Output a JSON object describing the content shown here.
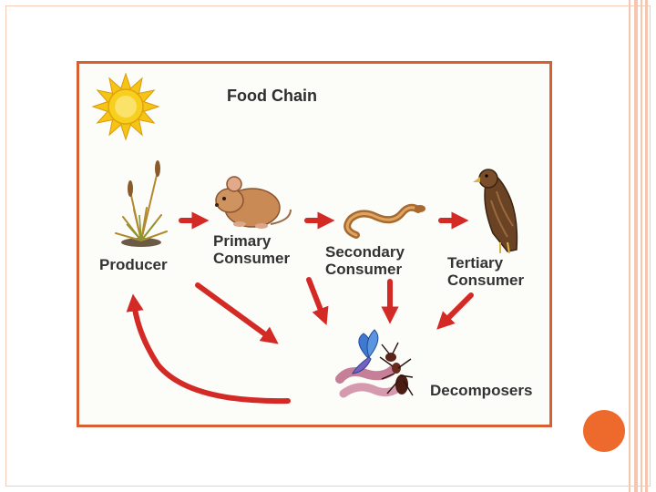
{
  "diagram": {
    "title": "Food Chain",
    "nodes": {
      "producer": {
        "label_lines": [
          "Producer"
        ]
      },
      "primary": {
        "label_lines": [
          "Primary",
          "Consumer"
        ]
      },
      "secondary": {
        "label_lines": [
          "Secondary",
          "Consumer"
        ]
      },
      "tertiary": {
        "label_lines": [
          "Tertiary",
          "Consumer"
        ]
      },
      "decomposers": {
        "label_lines": [
          "Decomposers"
        ]
      }
    },
    "edges": [
      {
        "from": "producer",
        "to": "primary"
      },
      {
        "from": "primary",
        "to": "secondary"
      },
      {
        "from": "secondary",
        "to": "tertiary"
      },
      {
        "from": "primary",
        "to": "decomposers"
      },
      {
        "from": "secondary",
        "to": "decomposers"
      },
      {
        "from": "tertiary",
        "to": "decomposers"
      },
      {
        "from": "decomposers",
        "to": "producer"
      }
    ],
    "icons": [
      "sun-icon",
      "grass-plant-icon",
      "mouse-icon",
      "snake-icon",
      "hawk-icon",
      "worm-icon",
      "butterfly-icon",
      "ant-icon"
    ]
  },
  "colors": {
    "arrow": "#d42a26",
    "frame_border": "#d85f32",
    "slide_accent": "#ee6a2c",
    "slide_rail": "#f6c7b0",
    "sun": "#f6c416"
  }
}
